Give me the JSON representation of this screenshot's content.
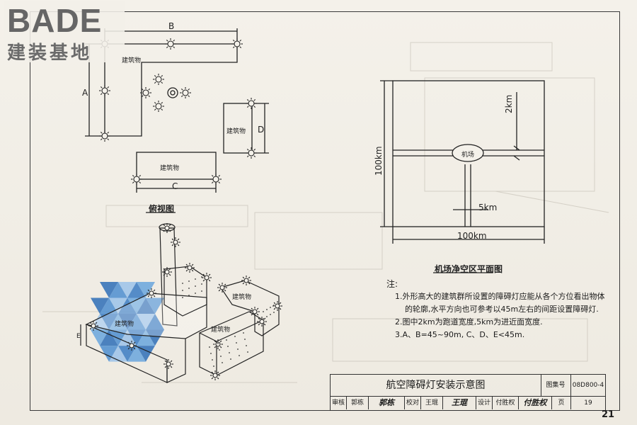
{
  "logo": {
    "brand": "BADE",
    "subtitle": "建装基地"
  },
  "plan": {
    "label_A": "A",
    "label_B": "B",
    "label_C": "C",
    "label_D": "D",
    "building": "建筑物",
    "view_label": "俯视图"
  },
  "iso": {
    "label_E": "E",
    "building": "建筑物"
  },
  "airport": {
    "dim_2km": "2km",
    "dim_5km": "5km",
    "dim_100km_h": "100km",
    "dim_100km_v": "100km",
    "airport_label": "机场",
    "caption": "机场净空区平面图"
  },
  "notes": {
    "title": "注:",
    "items": [
      "1.外形高大的建筑群所设置的障碍灯应能从各个方位看出物体",
      "的轮廓,水平方向也可参考以45m左右的间距设置障碍灯.",
      "2.图中2km为跑道宽度,5km为进近面宽度.",
      "3.A、B=45~90m, C、D、E<45m."
    ]
  },
  "title_block": {
    "title": "航空障碍灯安装示意图",
    "atlas_label": "图集号",
    "atlas_no": "08D800-4",
    "review_label": "审核",
    "reviewer": "郭栋",
    "reviewer_sig": "郭栋",
    "check_label": "校对",
    "checker": "王琨",
    "checker_sig": "王琨",
    "design_label": "设计",
    "designer": "付胜权",
    "designer_sig": "付胜权",
    "page_label": "页",
    "page_value": "19"
  },
  "page_number": "21"
}
